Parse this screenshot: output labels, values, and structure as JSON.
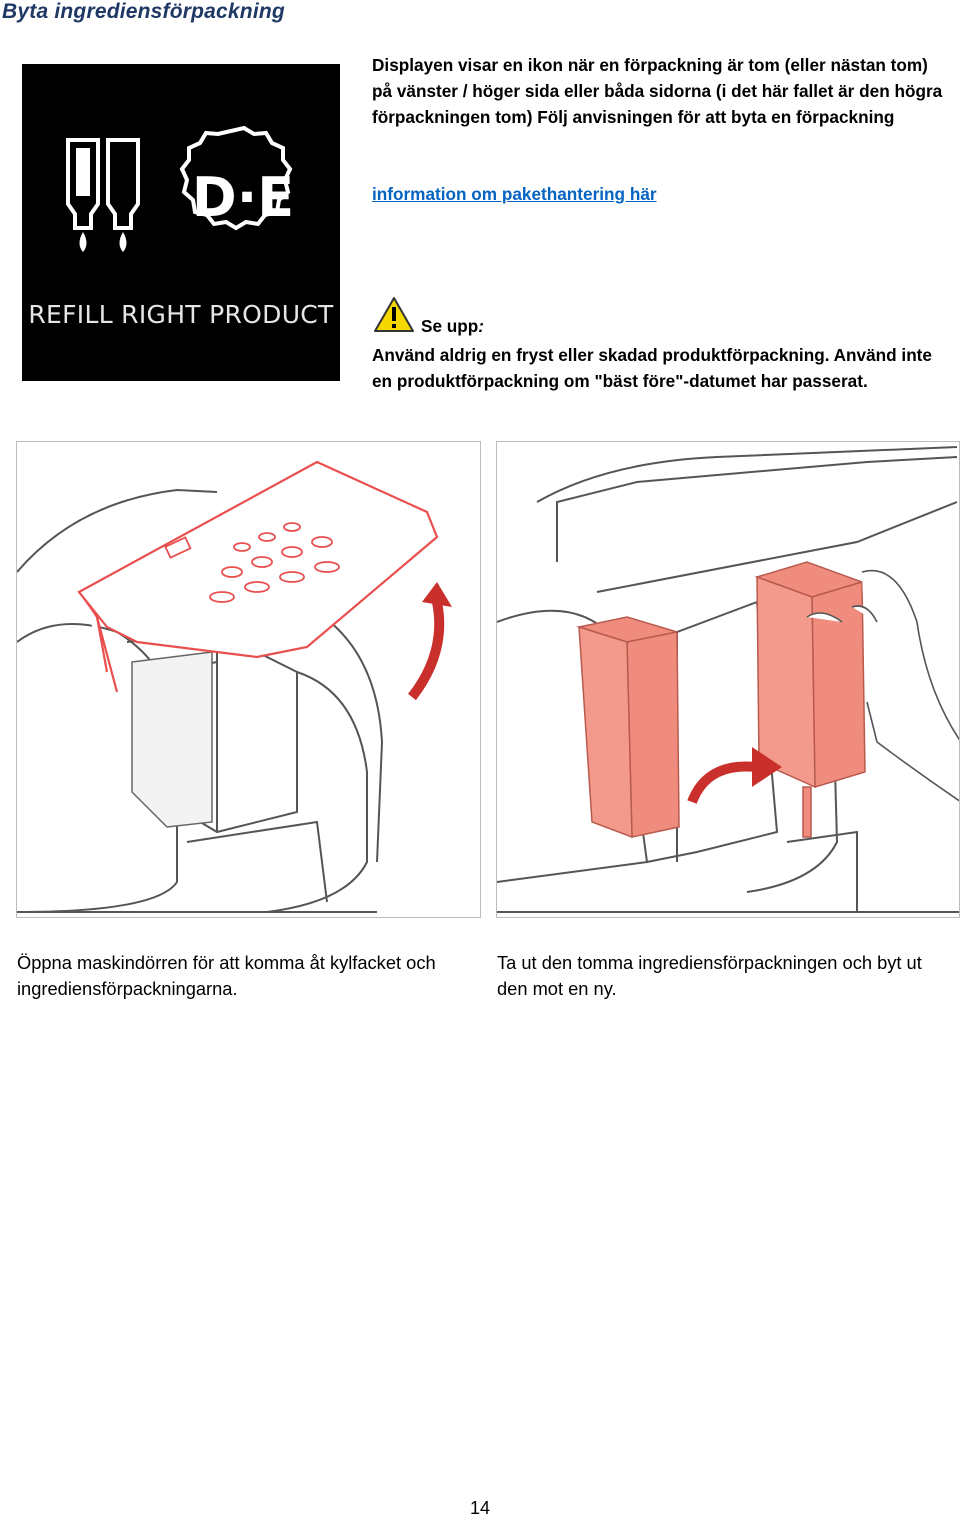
{
  "title": "Byta ingrediensförpackning",
  "display": {
    "caption": "REFILL RIGHT PRODUCT",
    "logo_text": "D·E",
    "icon_left": "package-empty-icon",
    "icon_right": "de-logo-icon"
  },
  "info_text": "Displayen visar en ikon när en förpackning är tom (eller nästan tom) på vänster / höger sida eller båda sidorna (i det här fallet är den högra förpackningen tom) Följ anvisningen för att byta en förpackning",
  "info_link": "information om pakethantering här",
  "warning": {
    "icon": "warning-triangle-icon",
    "label": "Se upp",
    "label_suffix": ":",
    "text": "Använd aldrig en fryst eller skadad produktförpackning. Använd inte en produktförpackning om \"bäst före\"-datumet har passerat."
  },
  "captions": {
    "left": "Öppna maskindörren för att komma åt kylfacket och ingrediensförpackningarna.",
    "right": "Ta ut den tomma ingrediensförpackningen och byt ut den mot en ny."
  },
  "colors": {
    "title": "#1f3864",
    "link": "#0563c1",
    "highlight_red": "#e94f4f",
    "package_fill": "#f08c7e",
    "arrow_red": "#c9302c"
  },
  "page_number": "14"
}
